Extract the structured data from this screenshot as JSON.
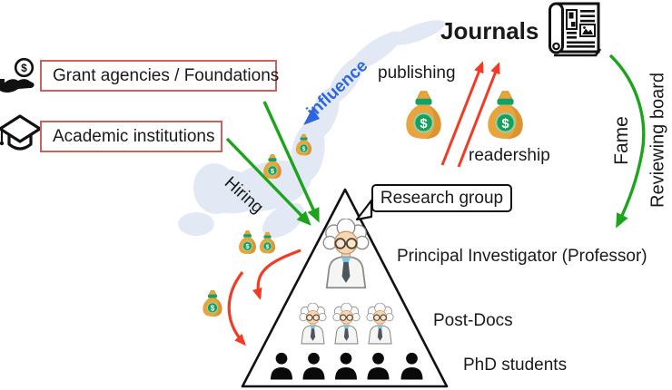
{
  "title": "Journals",
  "left_entities": {
    "grant_label": "Grant agencies / Foundations",
    "academic_label": "Academic institutions"
  },
  "flow_labels": {
    "influence": "influence",
    "hiring": "Hiring",
    "publishing": "publishing",
    "readership": "readership",
    "fame": "Fame",
    "reviewing_board": "Reviewing board"
  },
  "research_group": {
    "box_label": "Research group",
    "levels": [
      {
        "role": "Principal Investigator (Professor)",
        "count": 1
      },
      {
        "role": "Post-Docs",
        "count": 3
      },
      {
        "role": "PhD students",
        "count": 5
      }
    ]
  },
  "symbols": {
    "dollar": "$"
  },
  "icons": {
    "hand_money": "hand-receiving-dollar-coin-icon",
    "graduation_cap": "graduation-cap-icon",
    "newspaper": "newspaper-scroll-icon",
    "money_bag": "money-bag-icon",
    "scientist": "scientist-figure-icon",
    "person": "person-silhouette-icon"
  },
  "colors": {
    "green_arrow": "#1ca41c",
    "red_arrow": "#f23a24",
    "blue_influence": "#2e66df",
    "cloud": "#e2e9f4",
    "entity_box_border": "#c9625c",
    "money_bag_orange": "#e9a43b",
    "money_bag_dark": "#dd9430",
    "money_bag_green": "#16a05c",
    "text": "#1a1a1a"
  }
}
